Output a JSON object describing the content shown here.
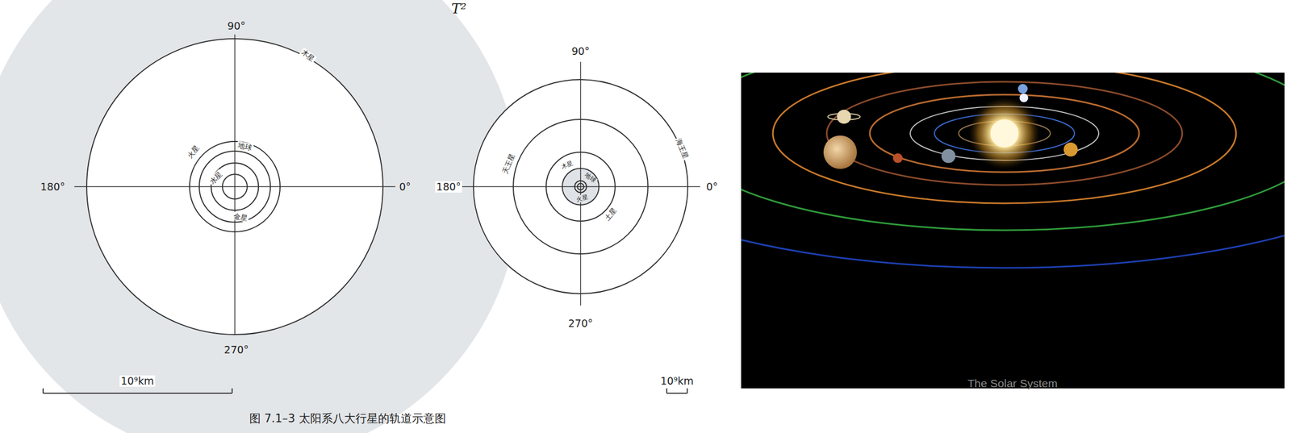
{
  "diagram": {
    "caption": "图 7.1–3   太阳系八大行星的轨道示意图",
    "labels": [
      "T²",
      "90°",
      "180°",
      "0°",
      "270°",
      "木星",
      "火星",
      "地球",
      "水星",
      "金星",
      "10⁹km",
      "90°",
      "180°",
      "0°",
      "270°",
      "天王星",
      "海王星",
      "木星",
      "地球",
      "火星",
      "土星",
      "10⁹km",
      "The Solar System"
    ]
  }
}
